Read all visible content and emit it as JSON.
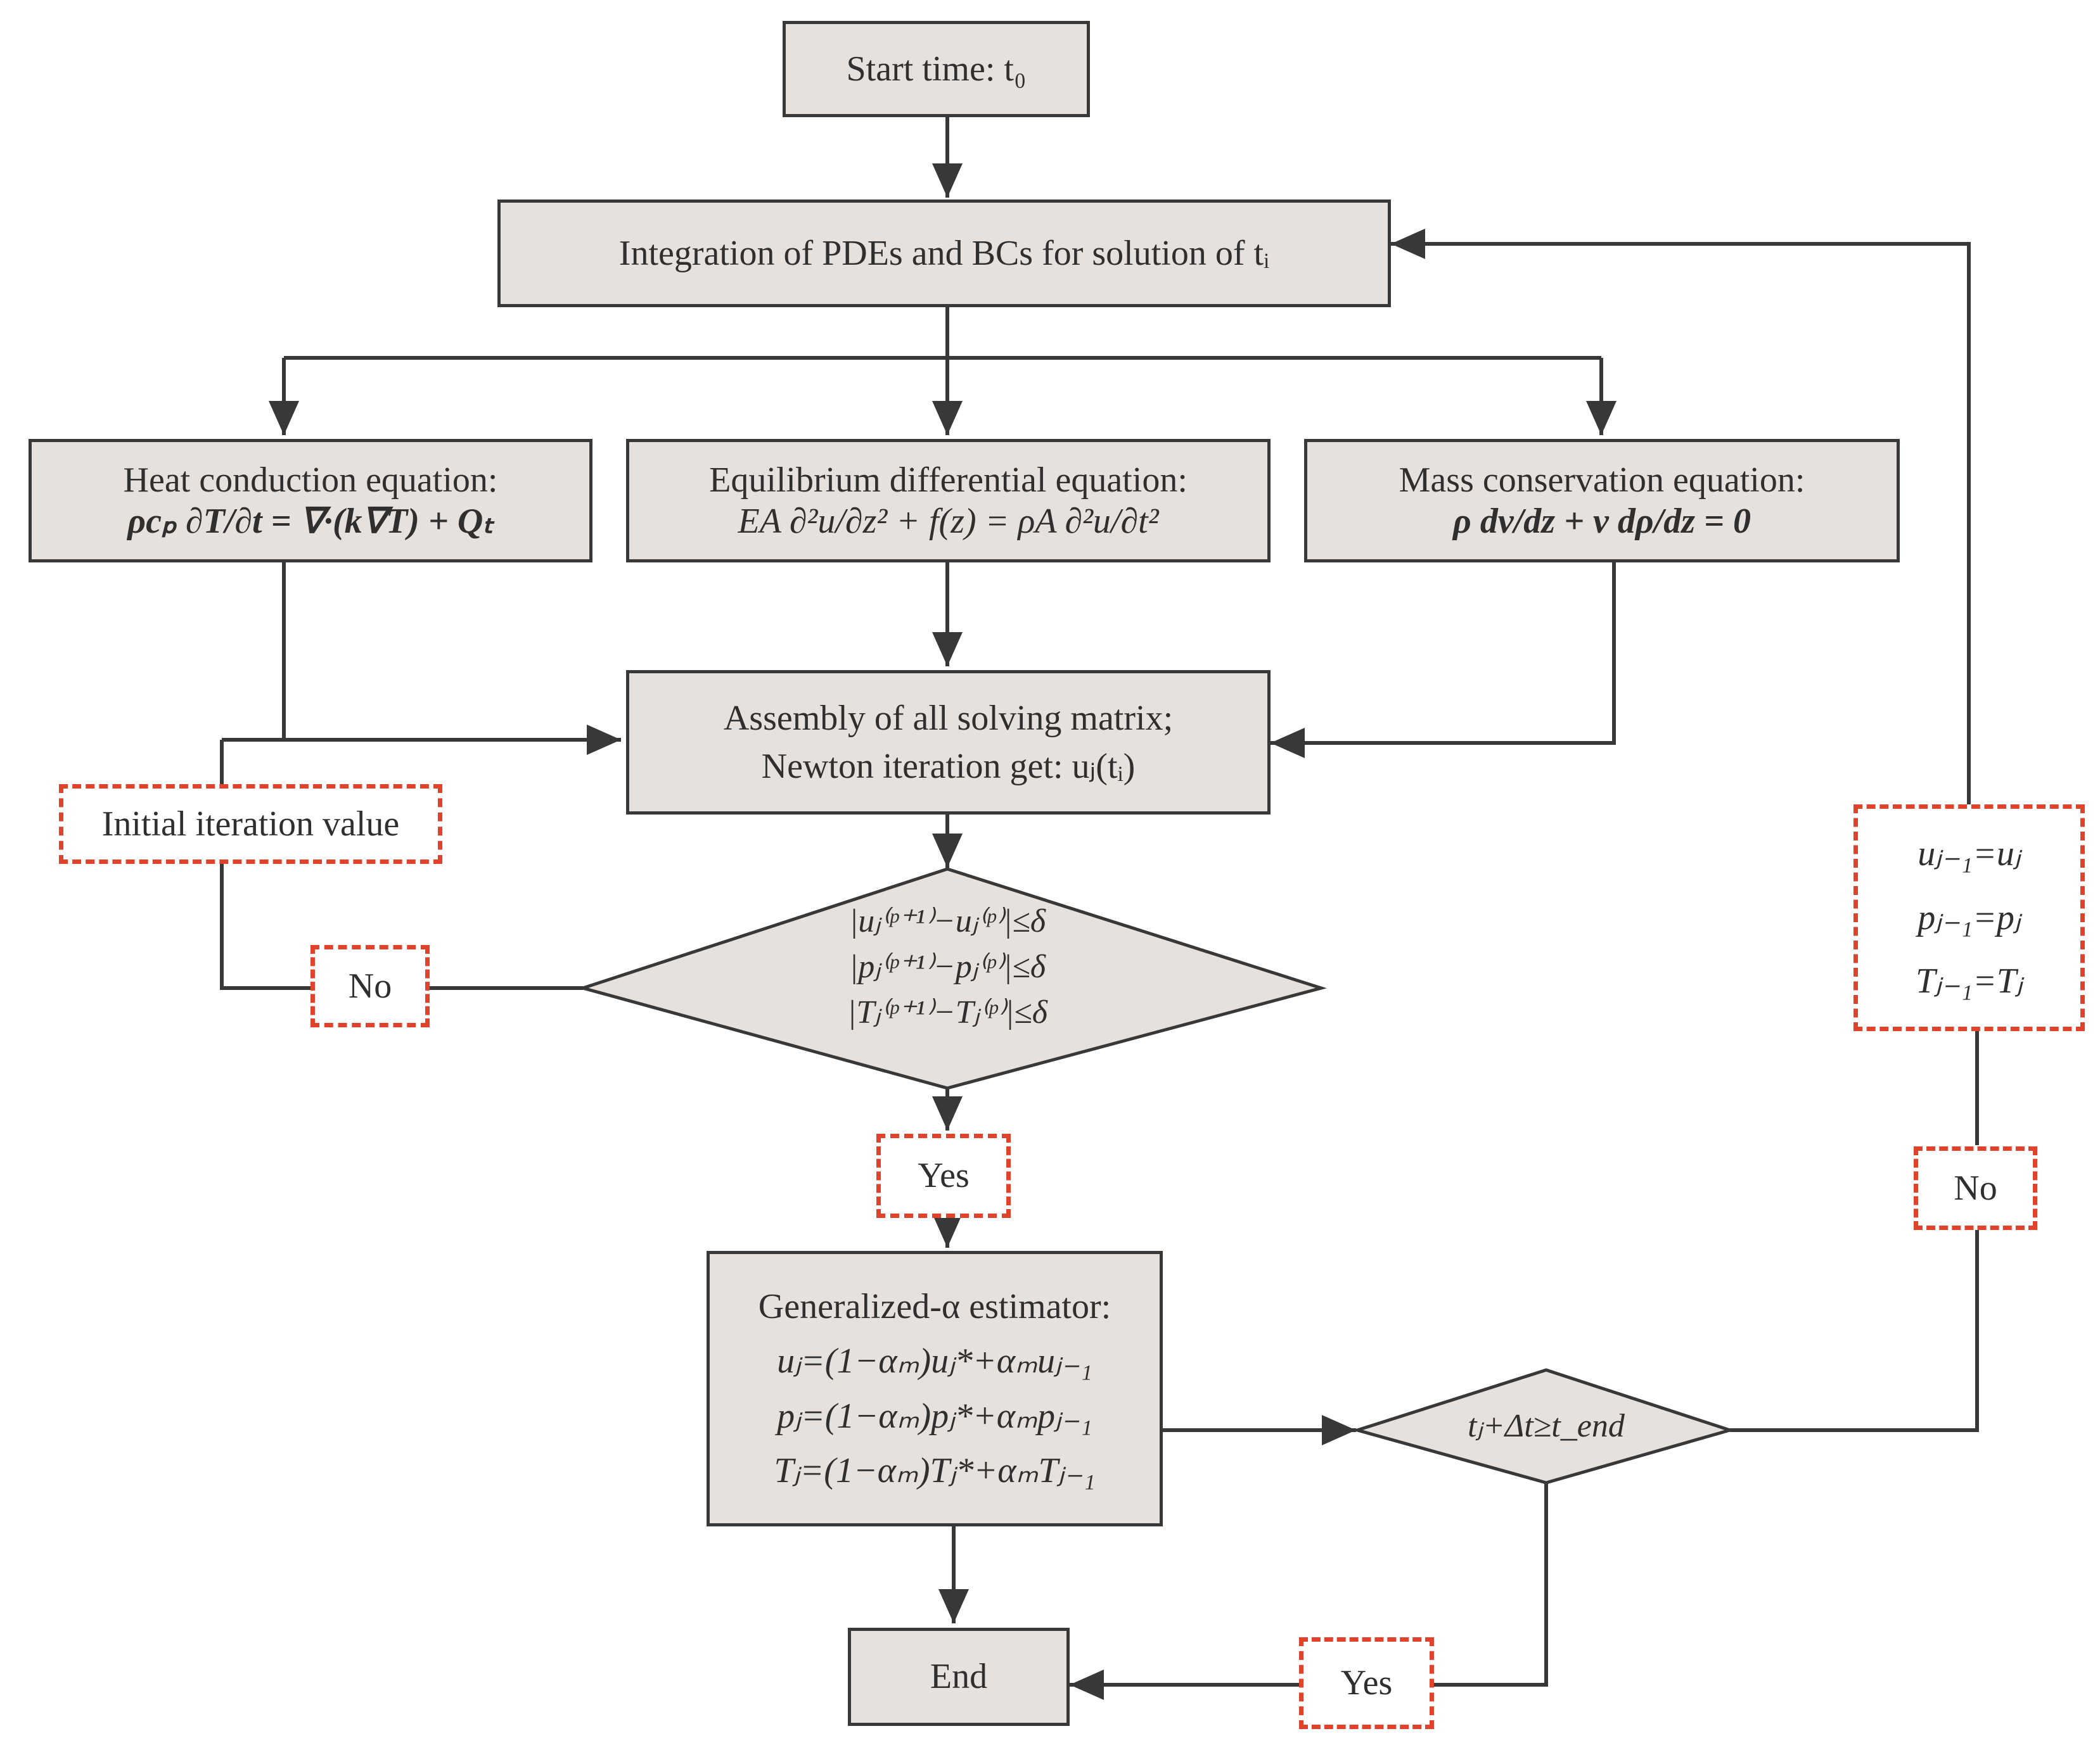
{
  "nodes": {
    "start": "Start time: t₀",
    "integration": "Integration of PDEs and BCs for solution of tᵢ",
    "heat_title": "Heat conduction equation:",
    "heat_eq": "ρcₚ ∂T/∂t = ∇·(k∇T) + Qₜ",
    "equil_title": "Equilibrium differential equation:",
    "equil_eq": "EA ∂²u/∂z² + f(z) = ρA ∂²u/∂t²",
    "mass_title": "Mass conservation equation:",
    "mass_eq": "ρ dv/dz + ν dρ/dz = 0",
    "assembly_line1": "Assembly of all solving matrix;",
    "assembly_line2": "Newton iteration get: uⱼ(tᵢ)",
    "initial_iter": "Initial iteration value",
    "no_left": "No",
    "conv_u": "|uⱼ⁽ᵖ⁺¹⁾−uⱼ⁽ᵖ⁾|≤δ",
    "conv_p": "|pⱼ⁽ᵖ⁺¹⁾−pⱼ⁽ᵖ⁾|≤δ",
    "conv_T": "|Tⱼ⁽ᵖ⁺¹⁾−Tⱼ⁽ᵖ⁾|≤δ",
    "yes_mid": "Yes",
    "gen_title": "Generalized-α estimator:",
    "gen_u": "uⱼ=(1−αₘ)uⱼ*+αₘuⱼ₋₁",
    "gen_p": "pⱼ=(1−αₘ)pⱼ*+αₘpⱼ₋₁",
    "gen_T": "Tⱼ=(1−αₘ)Tⱼ*+αₘTⱼ₋₁",
    "time_check": "tⱼ+Δt≥t_end",
    "update_u": "uⱼ₋₁=uⱼ",
    "update_p": "pⱼ₋₁=pⱼ",
    "update_T": "Tⱼ₋₁=Tⱼ",
    "no_right": "No",
    "yes_bottom": "Yes",
    "end": "End"
  },
  "colors": {
    "box_fill": "#e6e1dd",
    "box_border": "#383838",
    "dashed_border": "#e0432c",
    "line": "#383838"
  }
}
